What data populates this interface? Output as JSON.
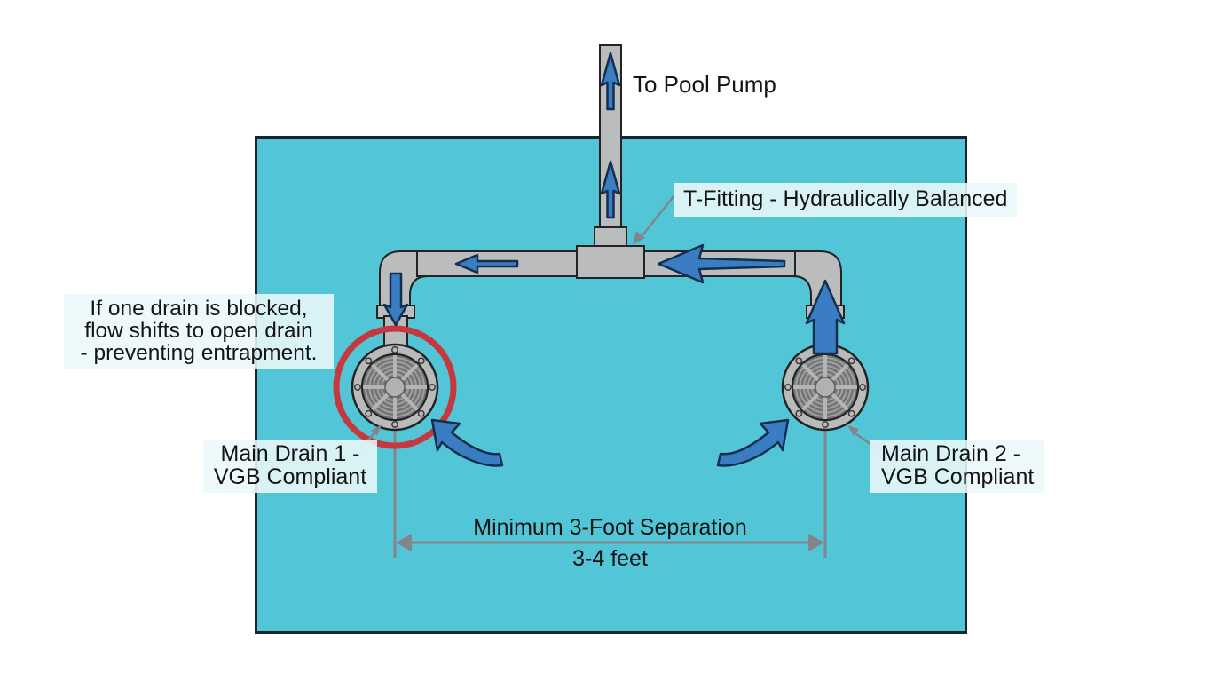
{
  "colors": {
    "pool-fill": "#52c5d7",
    "pool-border": "#17262e",
    "pipe-fill": "#bbbcbe",
    "pipe-outline": "#232323",
    "arrow-blue": "#3b7dc3",
    "arrow-outline": "#142e4d",
    "highlight-red": "#c5383d",
    "annotation-gray": "#80868a",
    "label-bg": "rgba(235,248,250,0.88)",
    "text-color": "#141414"
  },
  "labels": {
    "to_pool_pump": "To Pool Pump",
    "t_fitting": "T-Fitting - Hydraulically Balanced",
    "blocked_note": {
      "line1": "If one drain is blocked,",
      "line2": "flow shifts to open drain",
      "line3": "- preventing entrapment."
    },
    "drain1": {
      "line1": "Main Drain 1 -",
      "line2": "VGB Compliant"
    },
    "drain2": {
      "line1": "Main Drain 2 -",
      "line2": "VGB Compliant"
    },
    "separation": {
      "title": "Minimum 3-Foot Separation",
      "distance": "3-4 feet"
    }
  }
}
